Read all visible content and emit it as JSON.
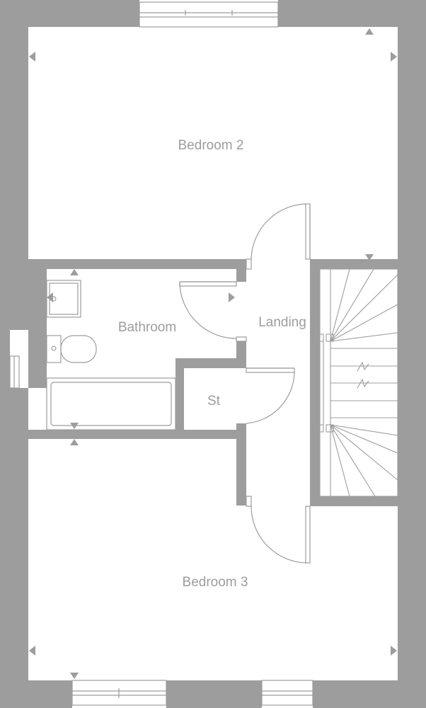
{
  "floor_plan": {
    "colors": {
      "wall": "#9d9d9d",
      "line": "#9d9d9d",
      "background": "#ffffff",
      "label": "#9d9d9d"
    },
    "rooms": [
      {
        "id": "bedroom-2",
        "label": "Bedroom 2"
      },
      {
        "id": "bathroom",
        "label": "Bathroom"
      },
      {
        "id": "landing",
        "label": "Landing"
      },
      {
        "id": "store",
        "label": "St"
      },
      {
        "id": "bedroom-3",
        "label": "Bedroom 3"
      }
    ]
  }
}
